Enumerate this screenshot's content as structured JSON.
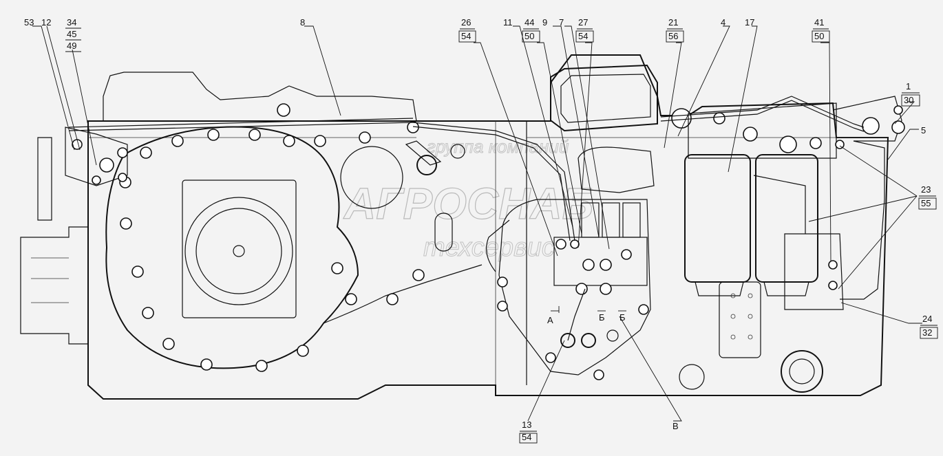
{
  "watermark": {
    "top": "группа компаний",
    "main": "АГРОСНАБ",
    "sub": "техсервис"
  },
  "callouts": [
    {
      "id": "c53",
      "lines": [
        "53"
      ]
    },
    {
      "id": "c12",
      "lines": [
        "12"
      ]
    },
    {
      "id": "c34",
      "lines": [
        "34",
        "45",
        "49"
      ]
    },
    {
      "id": "c8",
      "lines": [
        "8"
      ]
    },
    {
      "id": "c26",
      "lines": [
        "26",
        "54"
      ]
    },
    {
      "id": "c11",
      "lines": [
        "11"
      ]
    },
    {
      "id": "c44",
      "lines": [
        "44",
        "50"
      ]
    },
    {
      "id": "c9",
      "lines": [
        "9"
      ]
    },
    {
      "id": "c7",
      "lines": [
        "7"
      ]
    },
    {
      "id": "c27",
      "lines": [
        "27",
        "54"
      ]
    },
    {
      "id": "c21",
      "lines": [
        "21",
        "56"
      ]
    },
    {
      "id": "c4",
      "lines": [
        "4"
      ]
    },
    {
      "id": "c17",
      "lines": [
        "17"
      ]
    },
    {
      "id": "c41",
      "lines": [
        "41",
        "50"
      ]
    },
    {
      "id": "c1",
      "lines": [
        "1",
        "30"
      ]
    },
    {
      "id": "c5",
      "lines": [
        "5"
      ]
    },
    {
      "id": "c23",
      "lines": [
        "23",
        "55"
      ]
    },
    {
      "id": "c24",
      "lines": [
        "24",
        "32"
      ]
    },
    {
      "id": "c13",
      "lines": [
        "13",
        "54"
      ]
    },
    {
      "id": "cB",
      "lines": [
        "В"
      ]
    }
  ],
  "section_marks": [
    {
      "id": "sA",
      "text": "А"
    },
    {
      "id": "sB1",
      "text": "Б"
    },
    {
      "id": "sB2",
      "text": "Б"
    }
  ]
}
